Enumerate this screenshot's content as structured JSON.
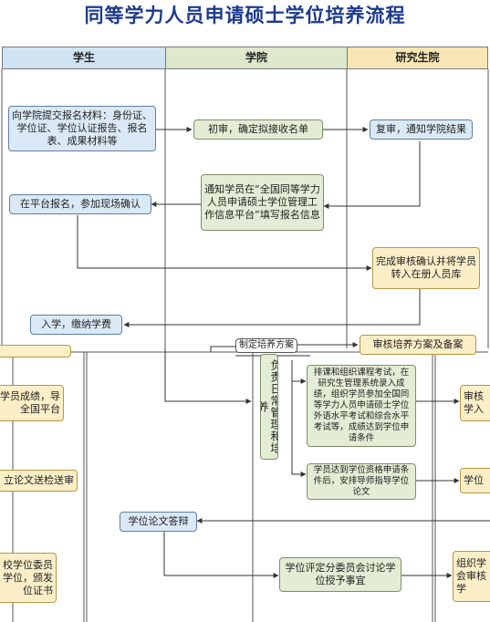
{
  "title": "同等学力人员申请硕士学位培养流程",
  "lanes": [
    "学生",
    "学院",
    "研究生院"
  ],
  "nodes": {
    "submit_materials": "向学院提交报名材料：身份证、学位证、学位认证报告、报名表、成果材料等",
    "initial_review": "初审，确定拟接收名单",
    "re_review": "复审，通知学院结果",
    "notify_register": "通知学员在“全国同等学力人员申请硕士学位管理工作信息平台”填写报名信息",
    "platform_register": "在平台报名，参加现场确认",
    "complete_review": "完成审核确认并将学员转入在册人员库",
    "enroll_pay": "入学，缴纳学费",
    "make_plan": "制定培养方案",
    "review_plan": "审核培养方案及备案",
    "manage_training": "负责日常管理和培养",
    "courses_exams": "排课和组织课程考试，在研究生管理系统录入成绩，组织学员参加全国同等学力人员申请硕士学位外语水平考试和综合水平考试等，成绩达到学位申请条件",
    "supervisor_thesis": "学员达到学位资格申请条件后，安排导师指导学位论文",
    "defense": "学位论文答辩",
    "committee": "学位评定分委员会讨论学位授予事宜",
    "frag_grades": "学员成绩，导全国平台",
    "frag_thesis_send": "立论文送检送审",
    "frag_degree": "校学位委员学位，颁发位证书",
    "frag_review_r": "审核学入",
    "frag_xuewei_r": "学位",
    "frag_org_r": "组织学会审核学"
  }
}
